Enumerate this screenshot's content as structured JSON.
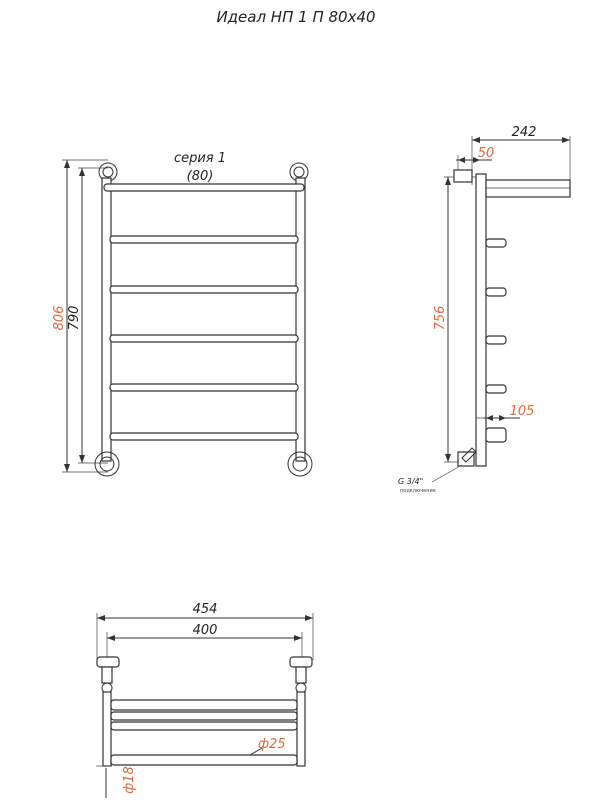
{
  "title": "Идеал НП 1 П 80х40",
  "front_view": {
    "series_label": "серия 1",
    "series_code": "(80)",
    "dim_overall_height": "806",
    "dim_center_height": "790"
  },
  "side_view": {
    "dim_depth": "242",
    "dim_wall_offset": "50",
    "dim_height": "756",
    "dim_bottom": "105",
    "connection_thread": "G 3/4\"",
    "connection_note": "подключение"
  },
  "top_view": {
    "dim_overall_width": "454",
    "dim_center_width": "400",
    "dim_tube_diameter": "ф25",
    "dim_riser_diameter": "ф18"
  }
}
